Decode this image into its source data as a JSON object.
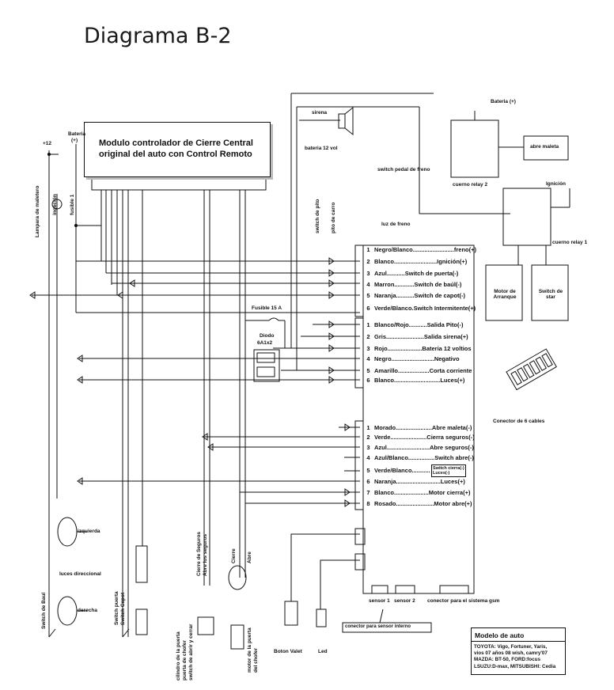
{
  "title": "Diagrama B-2",
  "controller": {
    "line1": "Modulo controlador de Cierre Central",
    "line2": "original del auto con Control Remoto"
  },
  "left_labels": {
    "plus12": "+12",
    "bateria": "Bateria",
    "bateria_plus": "(+)",
    "lampara": "Lampara de maletero",
    "ingecion": "ingeción",
    "fusible1": "fusible 1",
    "izquierda": "izquierda",
    "luces_direccional": "luces direccional",
    "derecha": "derecha",
    "switch_baul": "Switch de Baul",
    "switch_puerta": "Switch puerta",
    "switch_capot": "Switch Capot",
    "cilindro": "cilindro de la puerta",
    "puerta_chofer": "puerta de chofer",
    "switch_abrir": "switch de abrir y cerrar",
    "cierre_seguros": "Cierre de Seguros",
    "abre_seguros": "Abre los seguros",
    "cierre": "Cierre",
    "abre": "Abre",
    "motor_puerta": "motor de la puerta",
    "del_chofer": "del chofer"
  },
  "middle_labels": {
    "sirena": "sirena",
    "bateria12": "bateria 12 vol",
    "switch_pedal": "switch pedal de freno",
    "luz_freno": "luz de freno",
    "switch_pito": "switch de pito",
    "pito_carro": "pito de carro",
    "fusible15": "Fusible 15 A",
    "diodo": "Diodo",
    "diodo_type": "6A1x2",
    "boton_valet": "Boton Valet",
    "led": "Led"
  },
  "right_labels": {
    "bateria_top": "Bateria (+)",
    "abre_maleta": "abre maleta",
    "cuerno_relay2": "cuerno relay 2",
    "ignicion": "Ignición",
    "cuerno_relay1": "cuerno relay 1",
    "motor_arranque": "Motor de Arranque",
    "switch_star": "Switch de star",
    "conector6": "Conector de 6 cables"
  },
  "connector1": [
    {
      "n": "1",
      "text": "Negro/Blanco.........................freno(+)"
    },
    {
      "n": "2",
      "text": "Blanco..........................Ignición(+)"
    },
    {
      "n": "3",
      "text": "Azul...........Switch de puerta(-)"
    },
    {
      "n": "4",
      "text": "Marron............Switch de baúl(-)"
    },
    {
      "n": "5",
      "text": "Naranja...........Switch de capot(-)"
    },
    {
      "n": "6",
      "text": "Verde/Blanco.Switch Intermitente(+)"
    }
  ],
  "connector2": [
    {
      "n": "1",
      "text": "Blanco/Rojo...........Salida Pito(-)"
    },
    {
      "n": "2",
      "text": "Gris.......................Salida sirena(+)"
    },
    {
      "n": "3",
      "text": "Rojo.....................Bateria 12 voltios"
    },
    {
      "n": "4",
      "text": "Negro..........................Negativo"
    },
    {
      "n": "5",
      "text": "Amarillo...................Corta corriente"
    },
    {
      "n": "6",
      "text": "Blanco............................Luces(+)"
    }
  ],
  "connector3": [
    {
      "n": "1",
      "text": "Morado......................Abre maleta(-)"
    },
    {
      "n": "2",
      "text": "Verde......................Cierra seguros(-)"
    },
    {
      "n": "3",
      "text": "Azul..........................Abre seguros(-)"
    },
    {
      "n": "4",
      "text": "Azul/Blanco................Switch abre(-)"
    },
    {
      "n": "5",
      "text": "Verde/Blanco..........."
    },
    {
      "n": "6",
      "text": "Naranja...........................Luces(+)"
    },
    {
      "n": "7",
      "text": "Blanco.....................Motor cierra(+)"
    },
    {
      "n": "8",
      "text": "Rosado.......................Motor abre(+)"
    }
  ],
  "switch_note": {
    "line1": "Switch cierra(-)",
    "line2": "Luces(-)"
  },
  "sensors": {
    "sensor1": "sensor 1",
    "sensor2": "sensor 2",
    "gsm": "conector para el sistema gsm",
    "sensor_interno": "conector para sensor interno"
  },
  "model": {
    "heading": "Modelo de auto",
    "lines": [
      "TOYOTA: Vigo, Fortuner, Yaris,",
      "vios 07 años 08 wish, camry'07",
      "MAZDA: BT-50, FORD:focus",
      "LSUZU:D-max, MITSUBISHI: Cedia"
    ]
  }
}
